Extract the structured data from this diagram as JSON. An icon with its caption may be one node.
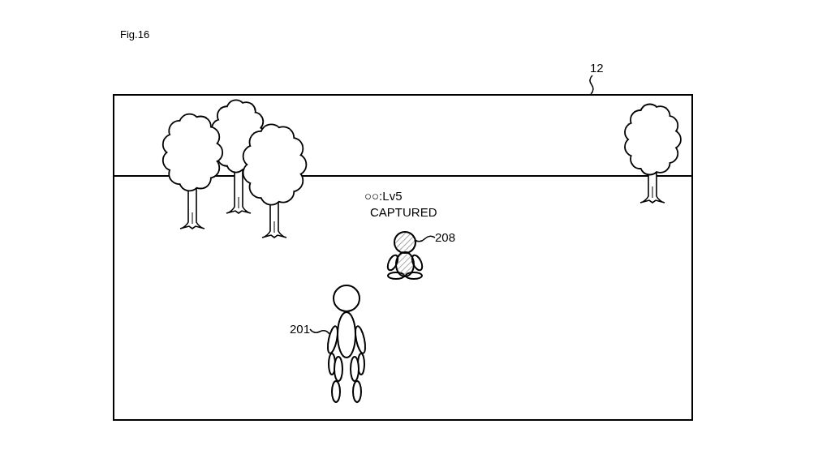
{
  "diagram": {
    "title": "Fig.16",
    "nodes": [
      {
        "text": [
          "12"
        ]
      },
      {
        "text": [],
        "shape": "box"
      },
      {
        "text": [],
        "shape": "picture",
        "in": 1
      },
      {
        "text": [
          "208"
        ],
        "in": 1
      },
      {
        "text": [
          "201"
        ],
        "in": 1
      },
      {
        "text": [],
        "shape": "picture",
        "in": 1
      }
    ],
    "edges": [
      {
        "from": 0,
        "to": 1,
        "arrow": "none"
      },
      {
        "from": 3,
        "to": 2,
        "arrow": "none"
      },
      {
        "from": 4,
        "to": 5,
        "arrow": "none"
      }
    ],
    "labels": [
      "○○:Lv5",
      "CAPTURED"
    ]
  }
}
